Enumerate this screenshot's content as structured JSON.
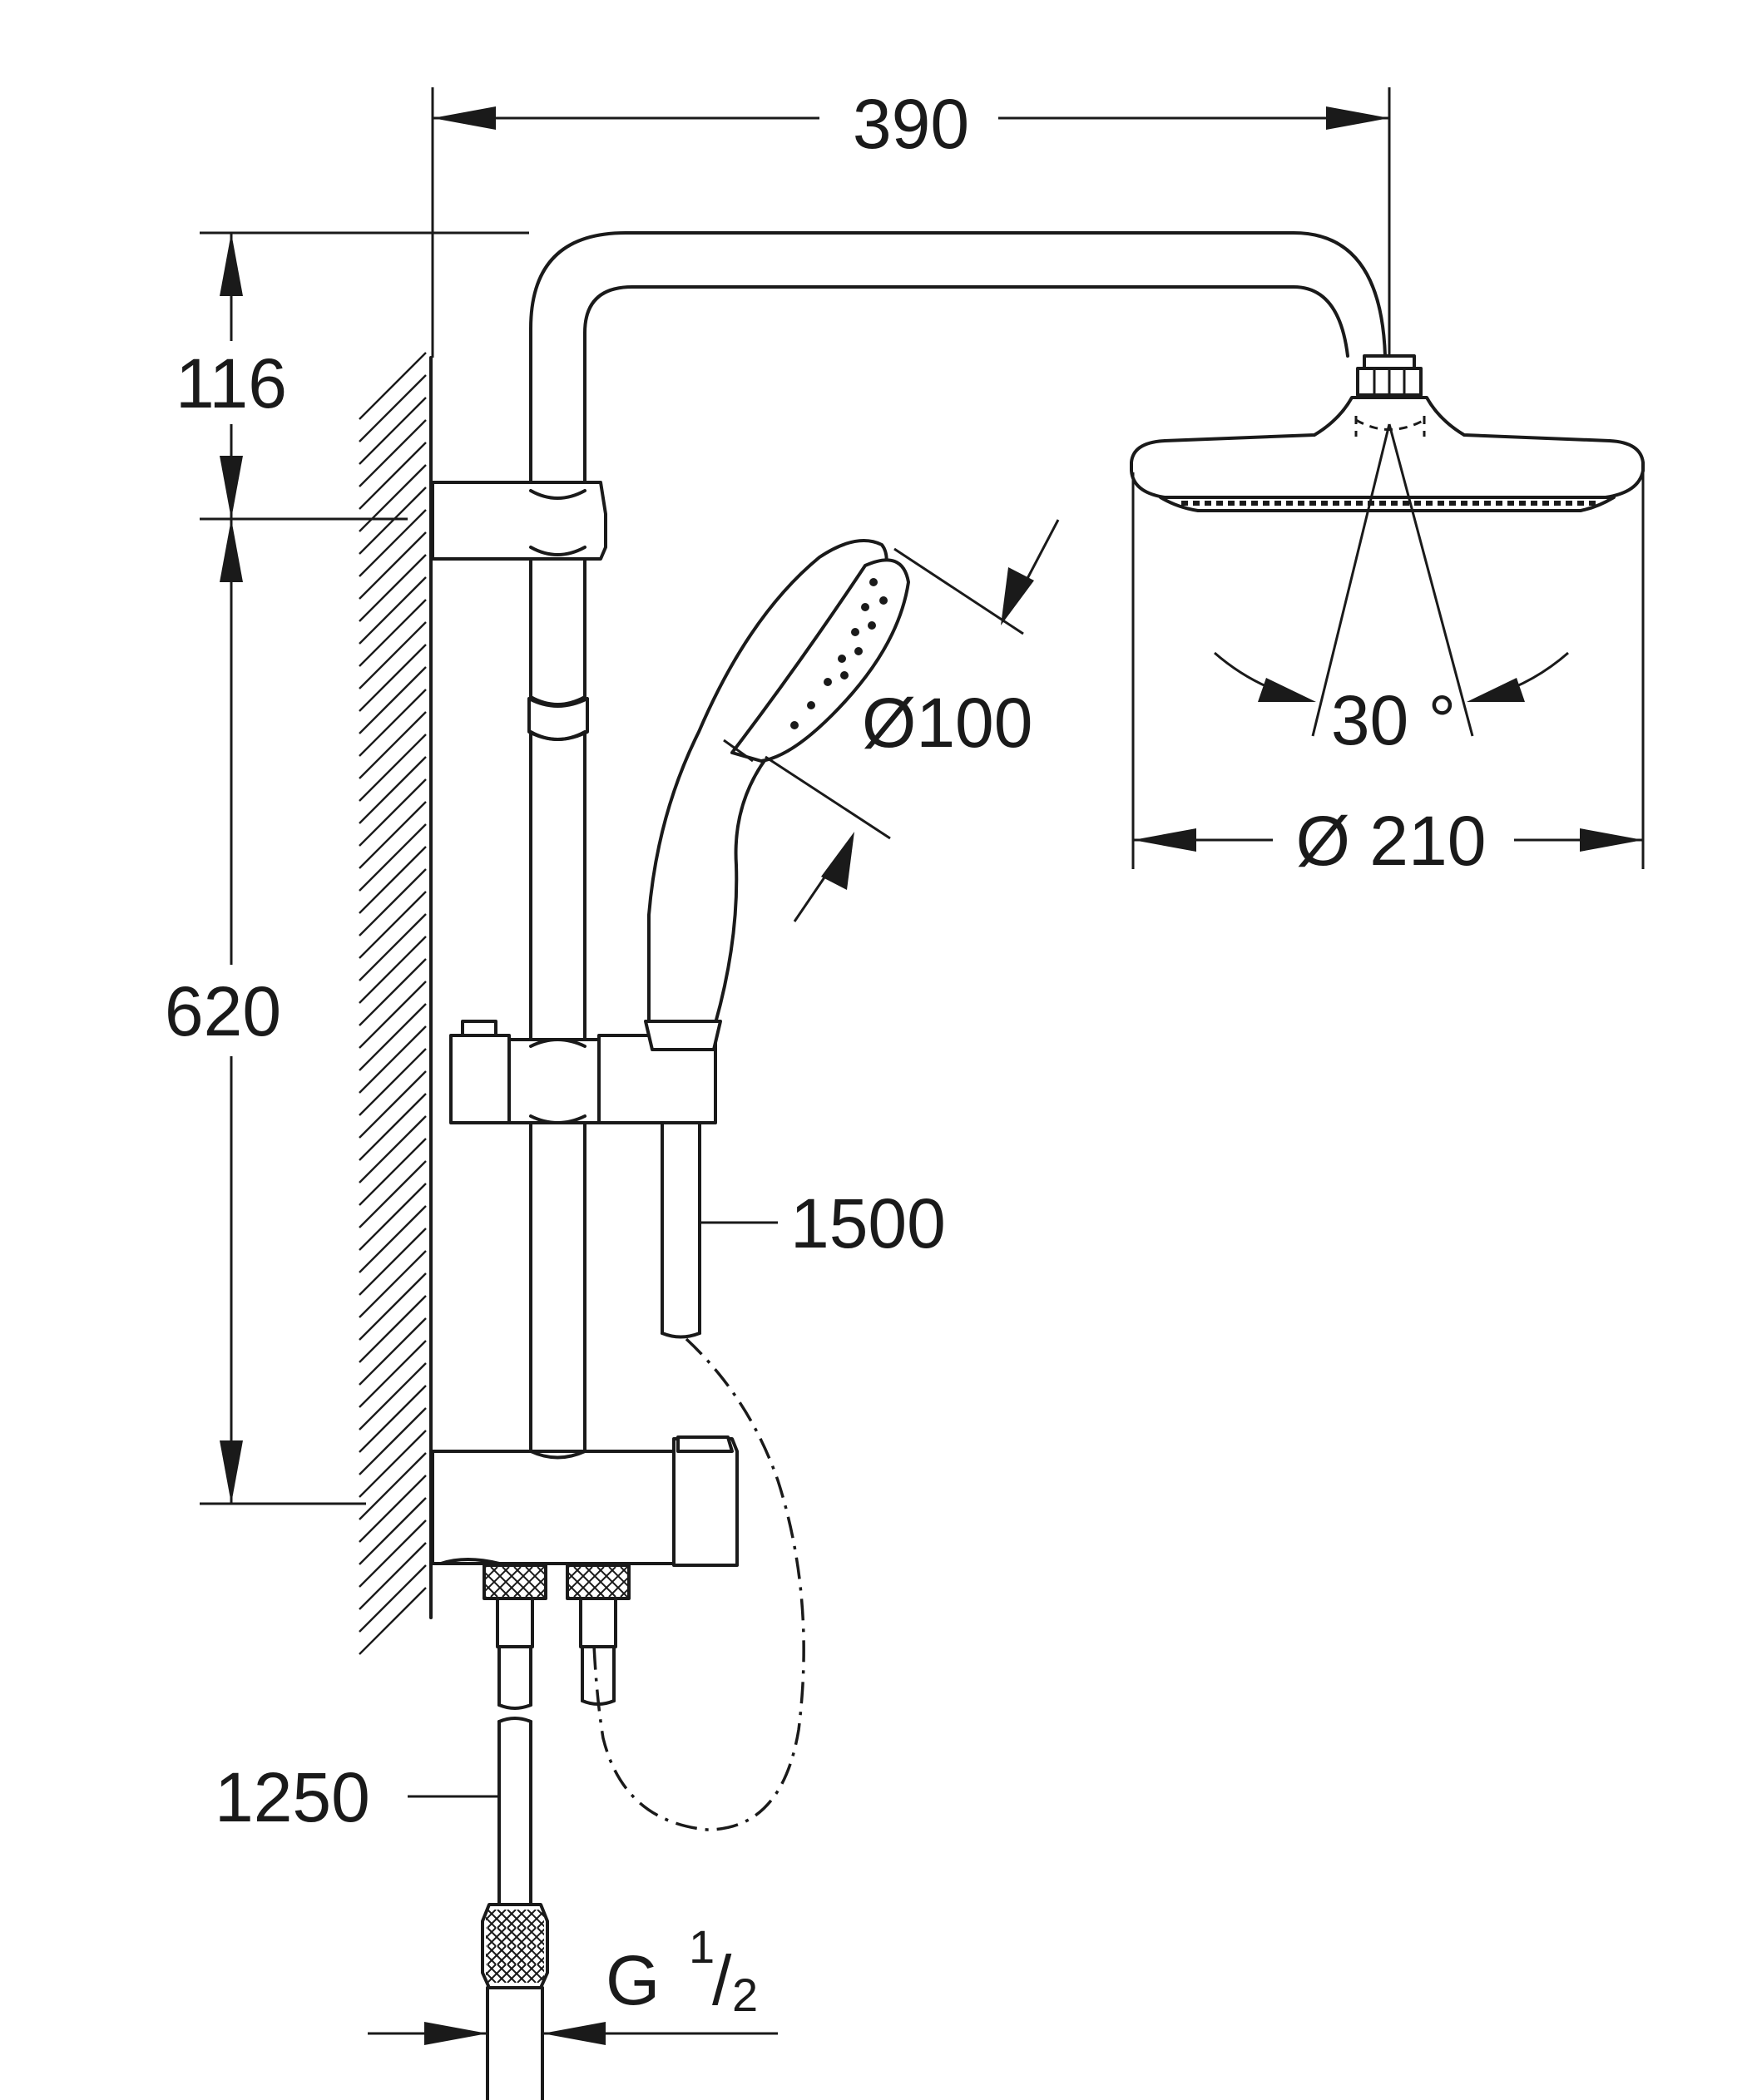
{
  "dimensions": {
    "width_overall": "390",
    "height_top": "116",
    "height_rail": "620",
    "hand_shower_diameter": "Ø100",
    "shower_head_diameter": "Ø 210",
    "spray_angle": "30 °",
    "hose_length": "1500",
    "supply_hose_length": "1250",
    "thread_prefix": "G",
    "thread_num": "1",
    "thread_slash": "/",
    "thread_den": "2"
  }
}
